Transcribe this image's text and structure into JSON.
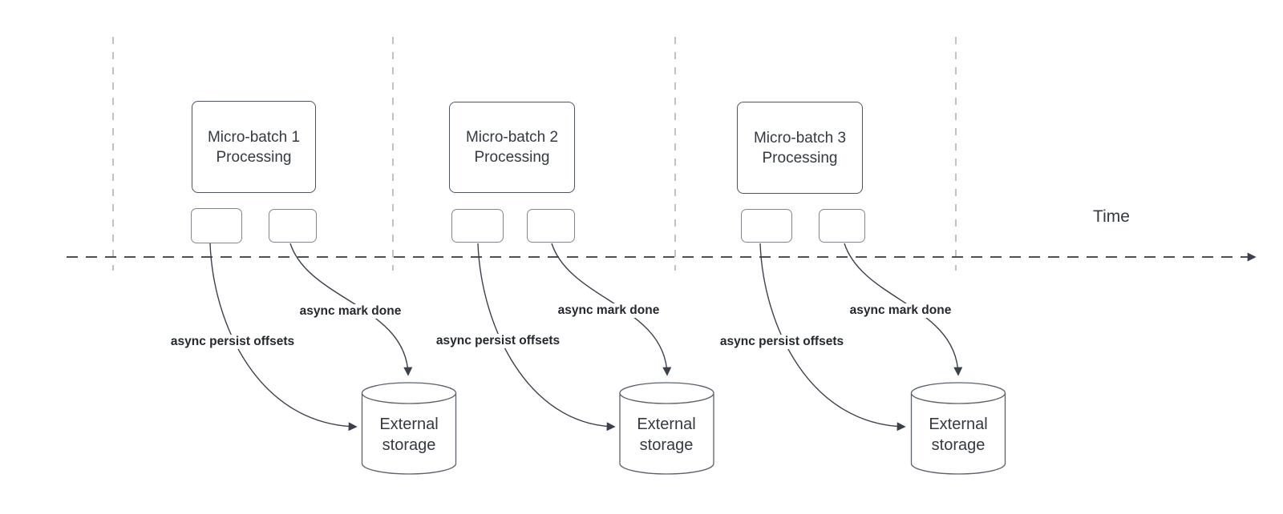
{
  "colors": {
    "background": "#ffffff",
    "curve_stroke": "#3a414d",
    "time_axis_stroke": "#35383c",
    "guide_line_stroke": "#aaaeb4",
    "big_box_border": "#4d5460",
    "small_box_border": "#82878e",
    "cylinder_border": "#5b626c",
    "text": "#333a43",
    "edge_label_text": "#24292f"
  },
  "time_axis": {
    "label": "Time"
  },
  "groups": [
    {
      "box_lines": [
        "Micro-batch 1",
        "Processing"
      ],
      "persist_label": "async persist offsets",
      "mark_label": "async mark done",
      "storage_lines": [
        "External",
        "storage"
      ]
    },
    {
      "box_lines": [
        "Micro-batch 2",
        "Processing"
      ],
      "persist_label": "async persist offsets",
      "mark_label": "async mark done",
      "storage_lines": [
        "External",
        "storage"
      ]
    },
    {
      "box_lines": [
        "Micro-batch 3",
        "Processing"
      ],
      "persist_label": "async persist offsets",
      "mark_label": "async mark done",
      "storage_lines": [
        "External",
        "storage"
      ]
    }
  ]
}
